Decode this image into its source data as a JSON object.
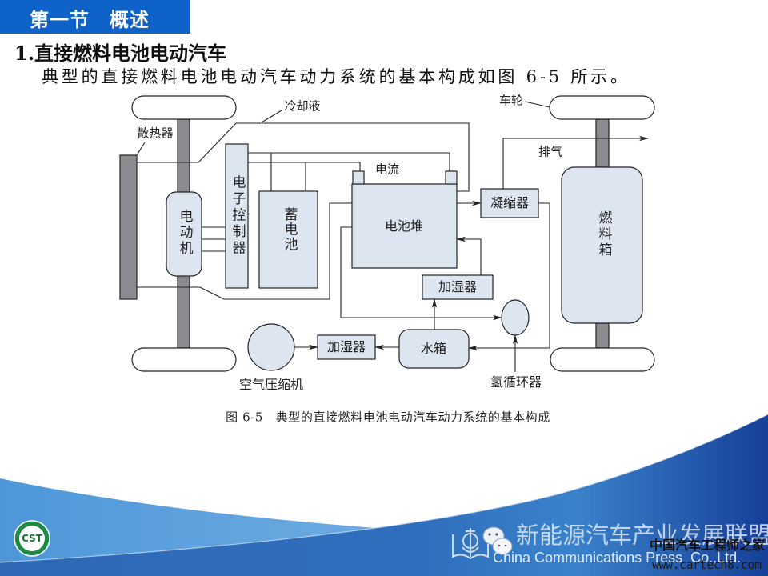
{
  "header": {
    "section_title": "第一节　概述"
  },
  "content": {
    "heading": "1.直接燃料电池电动汽车",
    "intro": "典型的直接燃料电池电动汽车动力系统的基本构成如图 6-5 所示。"
  },
  "diagram": {
    "labels": {
      "coolant": "冷却液",
      "radiator": "散热器",
      "wheel": "车轮",
      "exhaust": "排气",
      "current": "电流",
      "motor": "电动机",
      "controller": "电子控制器",
      "battery": "蓄电池",
      "stack": "电池堆",
      "condenser": "凝缩器",
      "fuel_tank": "燃料箱",
      "humidifier_stack": "加湿器",
      "humidifier_air": "加湿器",
      "water_tank": "水箱",
      "air_compressor": "空气压缩机",
      "hydrogen_circulator": "氢循环器"
    },
    "caption": "图 6-5　典型的直接燃料电池电动汽车动力系统的基本构成"
  },
  "footer": {
    "logo_left": "CST",
    "watermark": "新能源汽车产业发展联盟",
    "publisher_en": "China Communications Press  Co.,Ltd.",
    "site_name": "中国汽车工程师之家",
    "site_url": "www.cartech8.com"
  },
  "colors": {
    "header_blue": "#0f63c8",
    "component_fill": "#dde6f0",
    "axle_gray": "#8c8b91",
    "footer_light_blue": "#5aa0db",
    "footer_dark_blue": "#2f6cb8",
    "logo_green": "#1f8a46"
  }
}
